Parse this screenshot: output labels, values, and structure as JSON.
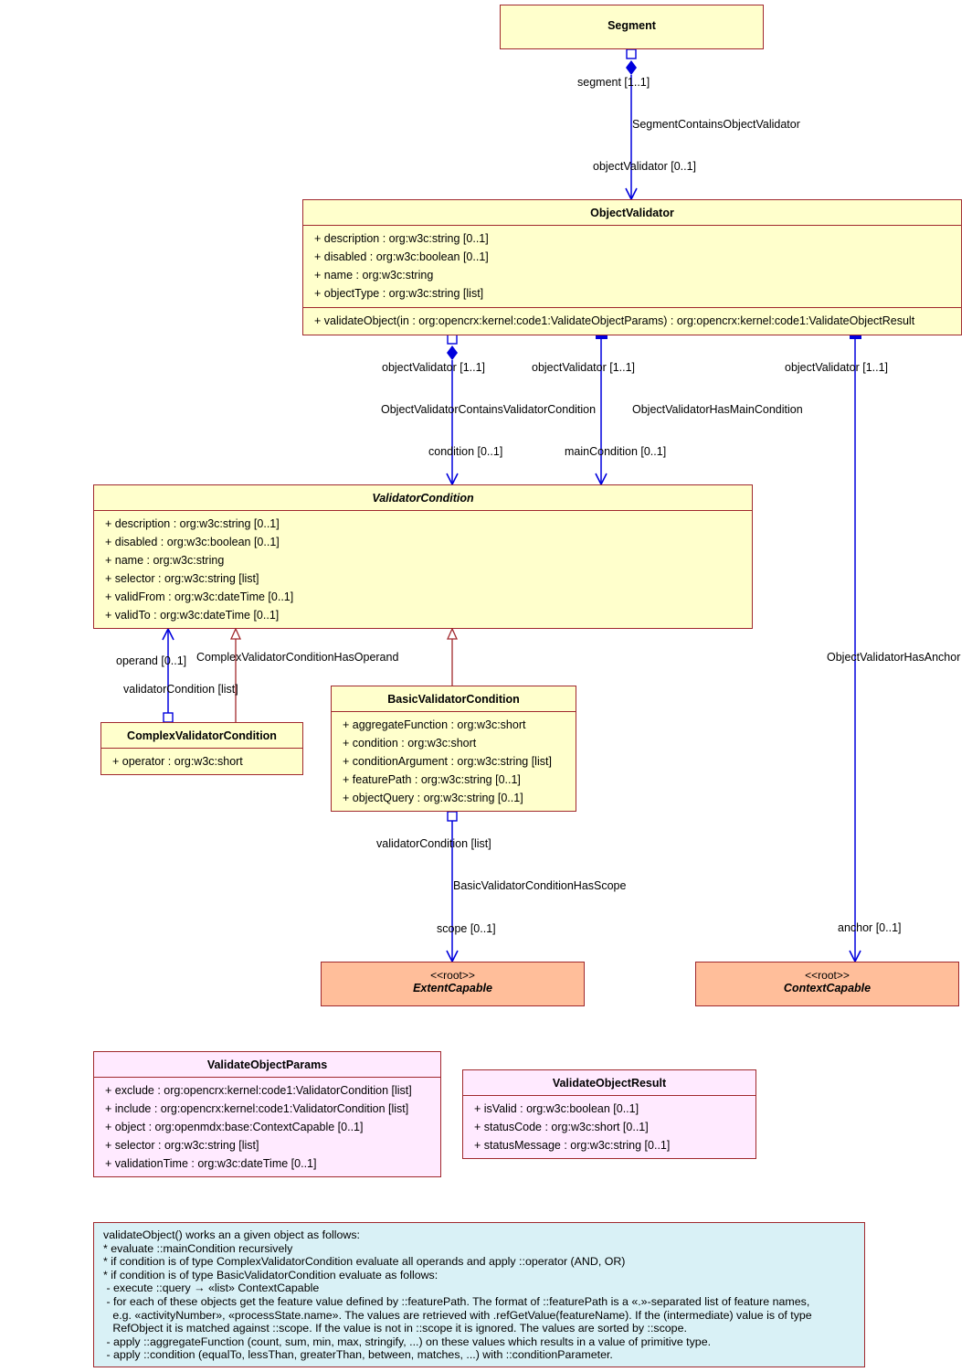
{
  "classes": {
    "segment": {
      "name": "Segment",
      "attributes": [],
      "operations": []
    },
    "object_validator": {
      "name": "ObjectValidator",
      "attributes": [
        "+ description : org:w3c:string [0..1]",
        "+ disabled : org:w3c:boolean [0..1]",
        "+ name : org:w3c:string",
        "+ objectType : org:w3c:string [list]"
      ],
      "operations": [
        "+ validateObject(in : org:opencrx:kernel:code1:ValidateObjectParams) : org:opencrx:kernel:code1:ValidateObjectResult"
      ]
    },
    "validator_condition": {
      "name": "ValidatorCondition",
      "abstract": true,
      "attributes": [
        "+ description : org:w3c:string [0..1]",
        "+ disabled : org:w3c:boolean [0..1]",
        "+ name : org:w3c:string",
        "+ selector : org:w3c:string [list]",
        "+ validFrom : org:w3c:dateTime [0..1]",
        "+ validTo : org:w3c:dateTime [0..1]"
      ]
    },
    "complex_validator_condition": {
      "name": "ComplexValidatorCondition",
      "attributes": [
        "+ operator : org:w3c:short"
      ]
    },
    "basic_validator_condition": {
      "name": "BasicValidatorCondition",
      "attributes": [
        "+ aggregateFunction : org:w3c:short",
        "+ condition : org:w3c:short",
        "+ conditionArgument : org:w3c:string [list]",
        "+ featurePath : org:w3c:string [0..1]",
        "+ objectQuery : org:w3c:string [0..1]"
      ]
    },
    "extent_capable": {
      "stereotype": "<<root>>",
      "name": "ExtentCapable"
    },
    "context_capable": {
      "stereotype": "<<root>>",
      "name": "ContextCapable"
    },
    "validate_object_params": {
      "name": "ValidateObjectParams",
      "attributes": [
        "+ exclude : org:opencrx:kernel:code1:ValidatorCondition [list]",
        "+ include : org:opencrx:kernel:code1:ValidatorCondition [list]",
        "+ object : org:openmdx:base:ContextCapable [0..1]",
        "+ selector : org:w3c:string [list]",
        "+ validationTime : org:w3c:dateTime [0..1]"
      ]
    },
    "validate_object_result": {
      "name": "ValidateObjectResult",
      "attributes": [
        "+ isValid : org:w3c:boolean [0..1]",
        "+ statusCode : org:w3c:short [0..1]",
        "+ statusMessage : org:w3c:string [0..1]"
      ]
    }
  },
  "associations": {
    "segment_contains_object_validator": {
      "name": "SegmentContainsObjectValidator",
      "source_role": "segment [1..1]",
      "target_role": "objectValidator [0..1]"
    },
    "object_validator_contains_validator_condition": {
      "name": "ObjectValidatorContainsValidatorCondition",
      "source_role": "objectValidator [1..1]",
      "target_role": "condition [0..1]"
    },
    "object_validator_has_main_condition": {
      "name": "ObjectValidatorHasMainCondition",
      "source_role": "objectValidator [1..1]",
      "target_role": "mainCondition [0..1]"
    },
    "object_validator_has_anchor": {
      "name": "ObjectValidatorHasAnchor",
      "source_role": "objectValidator [1..1]",
      "target_role": "anchor [0..1]"
    },
    "complex_validator_condition_has_operand": {
      "name": "ComplexValidatorConditionHasOperand",
      "source_role": "validatorCondition [list]",
      "target_role": "operand [0..1]"
    },
    "basic_validator_condition_has_scope": {
      "name": "BasicValidatorConditionHasScope",
      "source_role": "validatorCondition [list]",
      "target_role": "scope [0..1]"
    }
  },
  "note": {
    "lines": [
      "validateObject() works an a given object as follows:",
      "* evaluate ::mainCondition recursively",
      "* if condition is of type ComplexValidatorCondition evaluate all operands and apply ::operator (AND, OR)",
      "* if condition is of type BasicValidatorCondition evaluate as follows:",
      " - execute ::query → «list» ContextCapable",
      " - for each of these objects get the feature value defined by ::featurePath. The format of ::featurePath is a «.»-separated list of feature names,",
      "   e.g. «activityNumber», «processState.name». The values are retrieved with .refGetValue(featureName). If the (intermediate) value is of type",
      "   RefObject it is matched against ::scope. If the value is not in ::scope it is ignored. The values are sorted by ::scope.",
      " - apply ::aggregateFunction (count, sum, min, max, stringify, ...) on these values which results in a value of primitive type.",
      " - apply ::condition (equalTo, lessThan, greaterThan, between, matches, ...) with ::conditionParameter."
    ]
  },
  "colors": {
    "class_fill": "#ffffcc",
    "datatype_fill": "#ffeaff",
    "root_fill": "#ffbe9a",
    "note_fill": "#d9f1f6",
    "border": "#a0282d",
    "association": "#0000dd",
    "generalization": "#a0282d"
  }
}
